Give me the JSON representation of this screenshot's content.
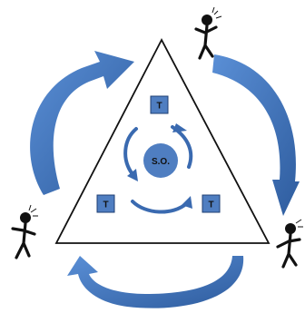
{
  "diagram": {
    "center": {
      "label": "S.O.",
      "color": "#4f7ec1"
    },
    "triangle": {
      "stroke": "#111111",
      "fill": "#ffffff"
    },
    "team_boxes": [
      {
        "label": "T"
      },
      {
        "label": "T"
      },
      {
        "label": "T"
      }
    ],
    "outer_arrow_color": "#3a6ab0",
    "inner_arrow_color": "#3a6ab0",
    "box_color": "#4f7ec1",
    "figures": [
      {
        "icon": "stick-figure-icon",
        "position_name": "top-right"
      },
      {
        "icon": "stick-figure-icon",
        "position_name": "bottom-right"
      },
      {
        "icon": "stick-figure-icon",
        "position_name": "bottom-left"
      }
    ]
  }
}
